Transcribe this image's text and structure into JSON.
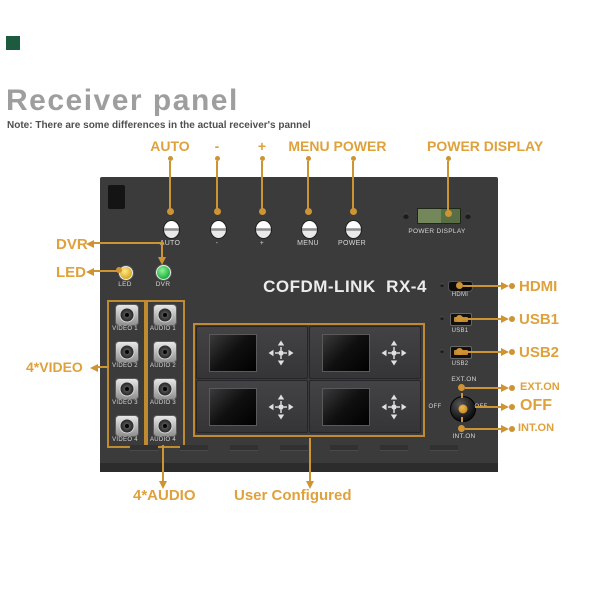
{
  "header": {
    "title": "Receiver panel",
    "note": "Note:  There are some differences in the actual receiver's pannel"
  },
  "colors": {
    "accent_orange": "#DFA13C",
    "panel_gray": "#3b3b3c",
    "lcd_green": "#6b8152",
    "led_yellow": "#d9a91f",
    "dvr_green": "#1fae3a",
    "title_gray": "#9e9e9e",
    "corner_green": "#1d5b40"
  },
  "callouts": {
    "auto": "AUTO",
    "minus": "-",
    "plus": "+",
    "menu": "MENU",
    "power": "POWER",
    "power_display": "POWER DISPLAY",
    "dvr": "DVR",
    "led": "LED",
    "video": "4*VIDEO",
    "audio": "4*AUDIO",
    "user_configured": "User Configured",
    "hdmi": "HDMI",
    "usb1": "USB1",
    "usb2": "USB2",
    "ext_on": "EXT.ON",
    "off": "OFF",
    "int_on": "INT.ON"
  },
  "panel": {
    "brand": "COFDM-LINK  RX-4",
    "buttons": [
      {
        "label": "AUTO"
      },
      {
        "label": "-"
      },
      {
        "label": "+"
      },
      {
        "label": "MENU"
      },
      {
        "label": "POWER"
      }
    ],
    "power_display_label": "POWER DISPLAY",
    "led_label": "LED",
    "dvr_label": "DVR",
    "video_ports": [
      {
        "label": "VIDEO 1"
      },
      {
        "label": "VIDEO 2"
      },
      {
        "label": "VIDEO 3"
      },
      {
        "label": "VIDEO 4"
      }
    ],
    "audio_ports": [
      {
        "label": "AUDIO 1"
      },
      {
        "label": "AUDIO 2"
      },
      {
        "label": "AUDIO 3"
      },
      {
        "label": "AUDIO 4"
      }
    ],
    "hdmi_label": "HDMI",
    "usb1_label": "USB1",
    "usb2_label": "USB2",
    "switch": {
      "ext_on": "EXT.ON",
      "off_left": "OFF",
      "off_right": "OFF",
      "int_on": "INT.ON"
    }
  }
}
